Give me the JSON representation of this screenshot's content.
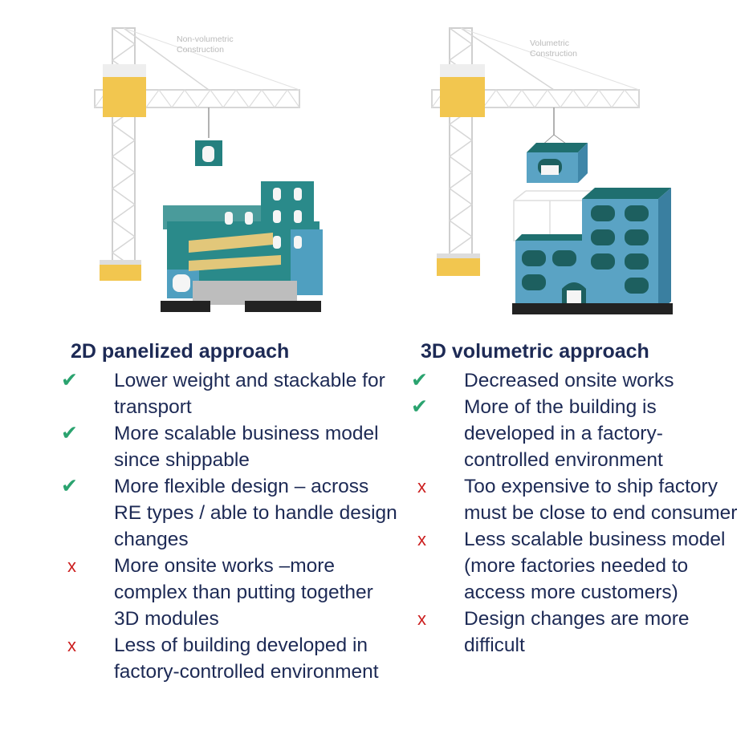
{
  "left": {
    "illustration_label_line1": "Non-volumetric",
    "illustration_label_line2": "Construction",
    "title": "2D panelized approach",
    "items": [
      {
        "type": "check",
        "mark": "✔",
        "text": "Lower weight and stackable for transport"
      },
      {
        "type": "check",
        "mark": "✔",
        "text": "More scalable business model since shippable"
      },
      {
        "type": "check",
        "mark": "✔",
        "text": "More flexible design – across RE types / able to handle design changes"
      },
      {
        "type": "cross",
        "mark": "x",
        "text": "More onsite works –more complex than putting together 3D modules"
      },
      {
        "type": "cross",
        "mark": "x",
        "text": "Less of building developed in factory-controlled environment"
      }
    ]
  },
  "right": {
    "illustration_label_line1": "Volumetric",
    "illustration_label_line2": "Construction",
    "title": "3D volumetric approach",
    "items": [
      {
        "type": "check",
        "mark": "✔",
        "text": "Decreased onsite works"
      },
      {
        "type": "check",
        "mark": "✔",
        "text": "More of the building is developed in a factory-controlled environment"
      },
      {
        "type": "cross",
        "mark": "x",
        "text": "Too expensive to ship  factory must be close to end consumer"
      },
      {
        "type": "cross",
        "mark": "x",
        "text": "Less scalable business model (more factories needed to access more customers)"
      },
      {
        "type": "cross",
        "mark": "x",
        "text": "Design changes are more difficult"
      }
    ]
  },
  "colors": {
    "text": "#1d2a55",
    "check": "#2aa36f",
    "cross": "#cc1f1f",
    "crane_yellow": "#f2c64f",
    "teal": "#24807f",
    "blue": "#5aa3c4"
  }
}
